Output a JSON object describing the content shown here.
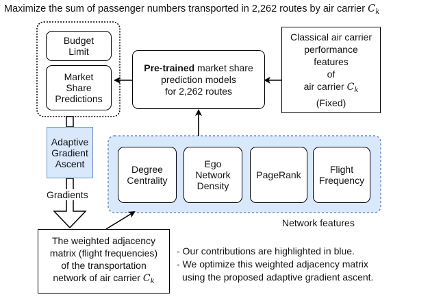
{
  "header": {
    "prefix": "Maximize the sum of passenger numbers transported in 2,262 routes by air carrier ",
    "var": "C",
    "sub": "k"
  },
  "left_group": {
    "budget": [
      "Budget",
      "Limit"
    ],
    "market": [
      "Market",
      "Share",
      "Predictions"
    ]
  },
  "pretrained": {
    "bold": "Pre-trained",
    "rest1": " market share",
    "line2": "prediction models",
    "line3": "for 2,262 routes"
  },
  "classical": {
    "line1": "Classical air carrier",
    "line2": "performance",
    "line3": "features",
    "line4": "of",
    "line5_prefix": "air carrier ",
    "var": "C",
    "sub": "k",
    "line6": "(Fixed)"
  },
  "adaptive": [
    "Adaptive",
    "Gradient",
    "Ascent"
  ],
  "gradients_label": "Gradients",
  "network_features": {
    "label": "Network features",
    "items": [
      [
        "Degree",
        "Centrality"
      ],
      [
        "Ego",
        "Network",
        "Density"
      ],
      [
        "PageRank"
      ],
      [
        "Flight",
        "Frequency"
      ]
    ]
  },
  "matrix": {
    "line1": "The weighted adjacency",
    "line2": "matrix (flight frequencies)",
    "line3": "of the transportation",
    "line4_prefix": "network of air carrier ",
    "var": "C",
    "sub": "k"
  },
  "notes": {
    "line1": "- Our contributions are highlighted in blue.",
    "line2": "- We optimize this weighted adjacency matrix",
    "line3": "using the proposed adaptive gradient ascent."
  },
  "colors": {
    "blue_fill": "#dae8fc",
    "blue_border": "#6c8ebf"
  }
}
